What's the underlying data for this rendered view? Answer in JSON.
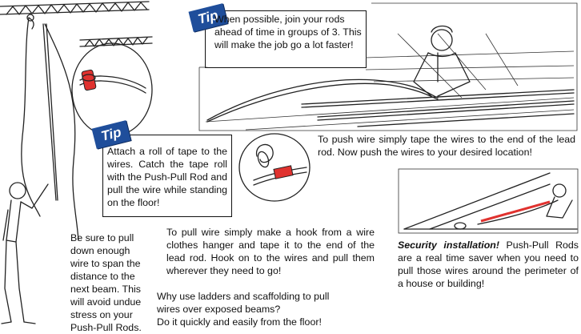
{
  "tip_top": {
    "badge": "Tip",
    "text": "When possible, join your rods  ahead of time in groups of 3. This will make the job go a lot faster!"
  },
  "tip_left": {
    "badge": "Tip",
    "text": "Attach a roll of tape to the wires. Catch the tape roll with the Push-Pull Rod and pull the wire while standing on the floor!"
  },
  "push_caption": "To push wire simply tape the wires to the end of the lead rod. Now push the wires to your desired location!",
  "pull_caption": "To pull wire simply make a hook from a wire clothes hanger and tape it to the end of the lead rod. Hook on to the wires and pull them wherever they need to go!",
  "beam_caption": "Be sure to pull down enough wire to span the distance to the next beam. This will avoid undue stress on your Push-Pull Rods.",
  "security_caption": {
    "lead": "Security installation!",
    "rest": " Push-Pull Rods are a real time saver when you need to pull those wires around the perimeter of a house or building!"
  },
  "bottom_caption": {
    "line1": "Why use ladders and scaffolding to pull",
    "line2": "wires over exposed beams?",
    "line3": "Do it quickly and easily from the floor!"
  },
  "colors": {
    "tip_badge": "#1f4e9b",
    "tape_red": "#e0322f"
  }
}
